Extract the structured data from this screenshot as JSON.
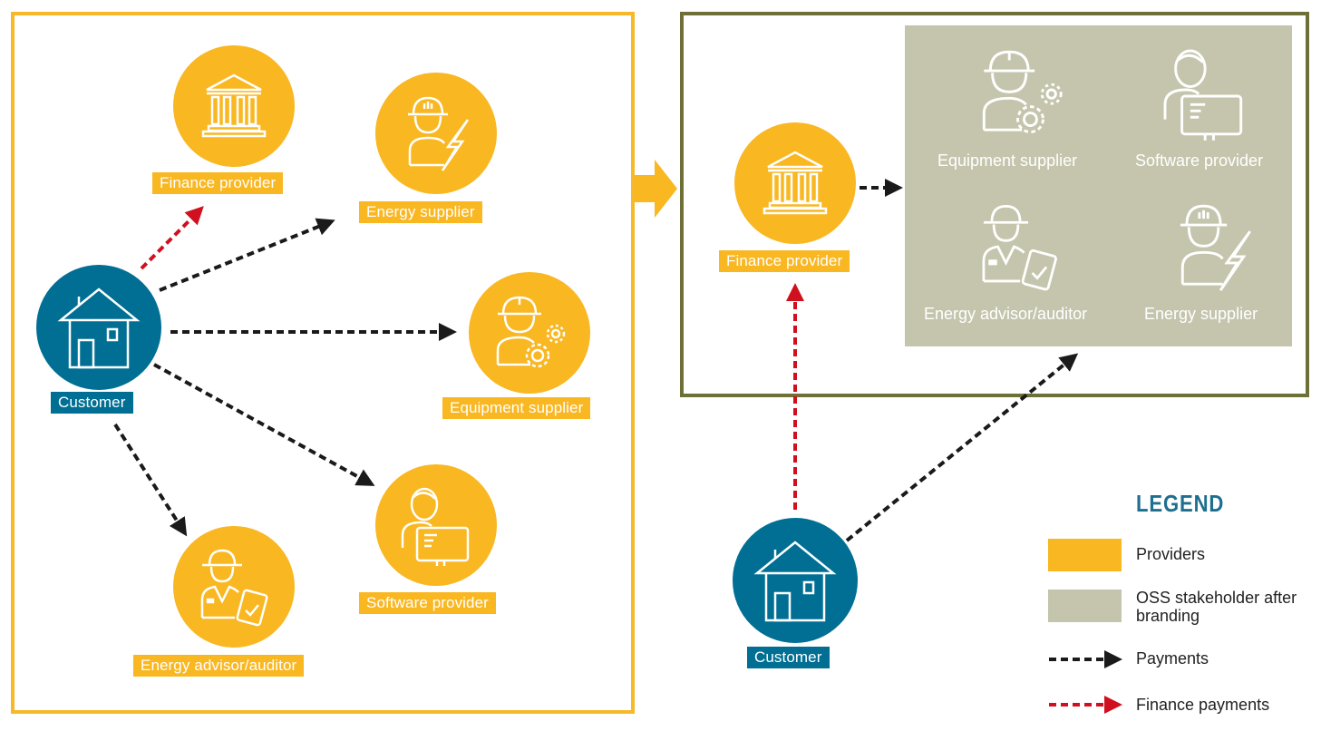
{
  "colors": {
    "provider": "#f9b722",
    "customer": "#006f93",
    "oss": "#c5c5ad",
    "oss_frame": "#6f7038",
    "payment_arrow": "#1a1a1a",
    "finance_arrow": "#d0101f",
    "legend_title": "#1e6f8f"
  },
  "before": {
    "customer": {
      "label": "Customer",
      "icon": "house-icon"
    },
    "providers": [
      {
        "id": "finance",
        "label": "Finance provider",
        "icon": "bank-icon"
      },
      {
        "id": "energy-supplier",
        "label": "Energy supplier",
        "icon": "worker-lightning-icon"
      },
      {
        "id": "equipment-supplier",
        "label": "Equipment supplier",
        "icon": "worker-gears-icon"
      },
      {
        "id": "software-provider",
        "label": "Software provider",
        "icon": "person-screen-icon"
      },
      {
        "id": "energy-advisor",
        "label": "Energy advisor/auditor",
        "icon": "worker-clipboard-icon"
      }
    ],
    "flows": [
      {
        "from": "customer",
        "to": "finance",
        "type": "finance"
      },
      {
        "from": "customer",
        "to": "energy-supplier",
        "type": "payment"
      },
      {
        "from": "customer",
        "to": "equipment-supplier",
        "type": "payment"
      },
      {
        "from": "customer",
        "to": "software-provider",
        "type": "payment"
      },
      {
        "from": "customer",
        "to": "energy-advisor",
        "type": "payment"
      }
    ]
  },
  "after": {
    "finance": {
      "label": "Finance provider",
      "icon": "bank-icon"
    },
    "customer": {
      "label": "Customer",
      "icon": "house-icon"
    },
    "oss_members": [
      {
        "label": "Equipment supplier",
        "icon": "worker-gears-icon"
      },
      {
        "label": "Software provider",
        "icon": "person-screen-icon"
      },
      {
        "label": "Energy advisor/auditor",
        "icon": "worker-clipboard-icon"
      },
      {
        "label": "Energy supplier",
        "icon": "worker-lightning-icon"
      }
    ],
    "flows": [
      {
        "from": "customer",
        "to": "finance",
        "type": "finance"
      },
      {
        "from": "finance",
        "to": "oss",
        "type": "payment"
      },
      {
        "from": "customer",
        "to": "oss",
        "type": "payment"
      }
    ]
  },
  "legend": {
    "title": "LEGEND",
    "items": [
      {
        "label": "Providers",
        "kind": "swatch-provider"
      },
      {
        "label": "OSS stakeholder after branding",
        "kind": "swatch-oss"
      },
      {
        "label": "Payments",
        "kind": "arrow-payment"
      },
      {
        "label": "Finance payments",
        "kind": "arrow-finance"
      }
    ]
  }
}
